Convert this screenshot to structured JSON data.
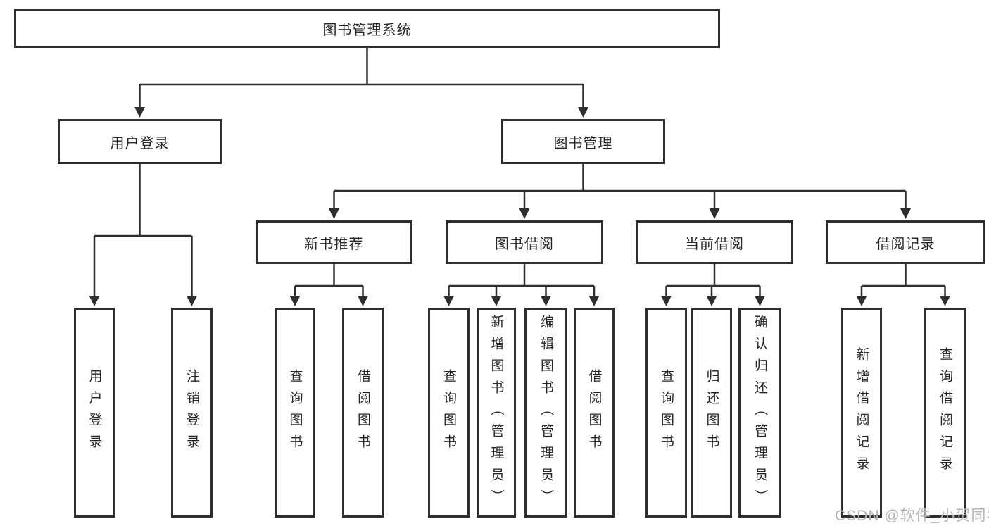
{
  "tree": {
    "label": "图书管理系统",
    "children": [
      {
        "label": "用户登录",
        "children": [
          {
            "label": "用户登录"
          },
          {
            "label": "注销登录"
          }
        ]
      },
      {
        "label": "图书管理",
        "children": [
          {
            "label": "新书推荐",
            "children": [
              {
                "label": "查询图书"
              },
              {
                "label": "借阅图书"
              }
            ]
          },
          {
            "label": "图书借阅",
            "children": [
              {
                "label": "查询图书"
              },
              {
                "label": "新增图书（管理员）"
              },
              {
                "label": "编辑图书（管理员）"
              },
              {
                "label": "借阅图书"
              }
            ]
          },
          {
            "label": "当前借阅",
            "children": [
              {
                "label": "查询图书"
              },
              {
                "label": "归还图书"
              },
              {
                "label": "确认归还（管理员）"
              }
            ]
          },
          {
            "label": "借阅记录",
            "children": [
              {
                "label": "新增借阅记录"
              },
              {
                "label": "查询借阅记录"
              }
            ]
          }
        ]
      }
    ]
  },
  "watermark": "CSDN @软件_小贺同学",
  "colors": {
    "line": "#2e2e2e",
    "box_border": "#2e2e2e",
    "box_fill": "#ffffff",
    "text": "#262626",
    "watermark": "#b5b5b5"
  }
}
